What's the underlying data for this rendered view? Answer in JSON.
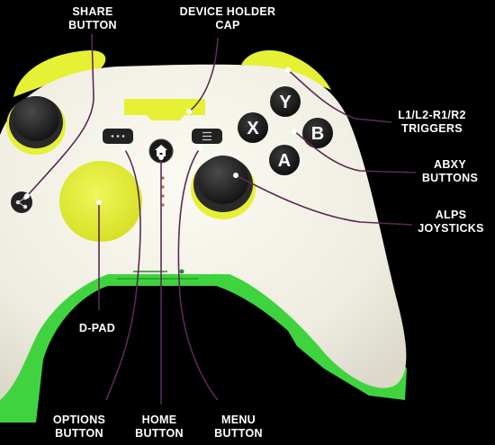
{
  "labels": {
    "share": [
      "SHARE",
      "BUTTON"
    ],
    "device_holder": [
      "DEVICE HOLDER",
      "CAP"
    ],
    "triggers": [
      "L1/L2-R1/R2",
      "TRIGGERS"
    ],
    "abxy": [
      "ABXY",
      "BUTTONS"
    ],
    "alps": [
      "ALPS",
      "JOYSTICKS"
    ],
    "dpad": [
      "D-PAD"
    ],
    "options": [
      "OPTIONS",
      "BUTTON"
    ],
    "home": [
      "HOME",
      "BUTTON"
    ],
    "menu": [
      "MENU",
      "BUTTON"
    ]
  },
  "face_buttons": {
    "y": "Y",
    "x": "X",
    "b": "B",
    "a": "A"
  },
  "colors": {
    "background": "#000000",
    "body": "#f1efe4",
    "accent_yellow": "#e6f035",
    "accent_green": "#3fd33f",
    "buttons": "#1c1c1c",
    "leader_line": "#5a2a55",
    "text": "#ffffff"
  },
  "icons": {
    "share": "share-icon",
    "options": "ellipsis-icon",
    "home": "home-icon",
    "menu": "hamburger-icon"
  }
}
